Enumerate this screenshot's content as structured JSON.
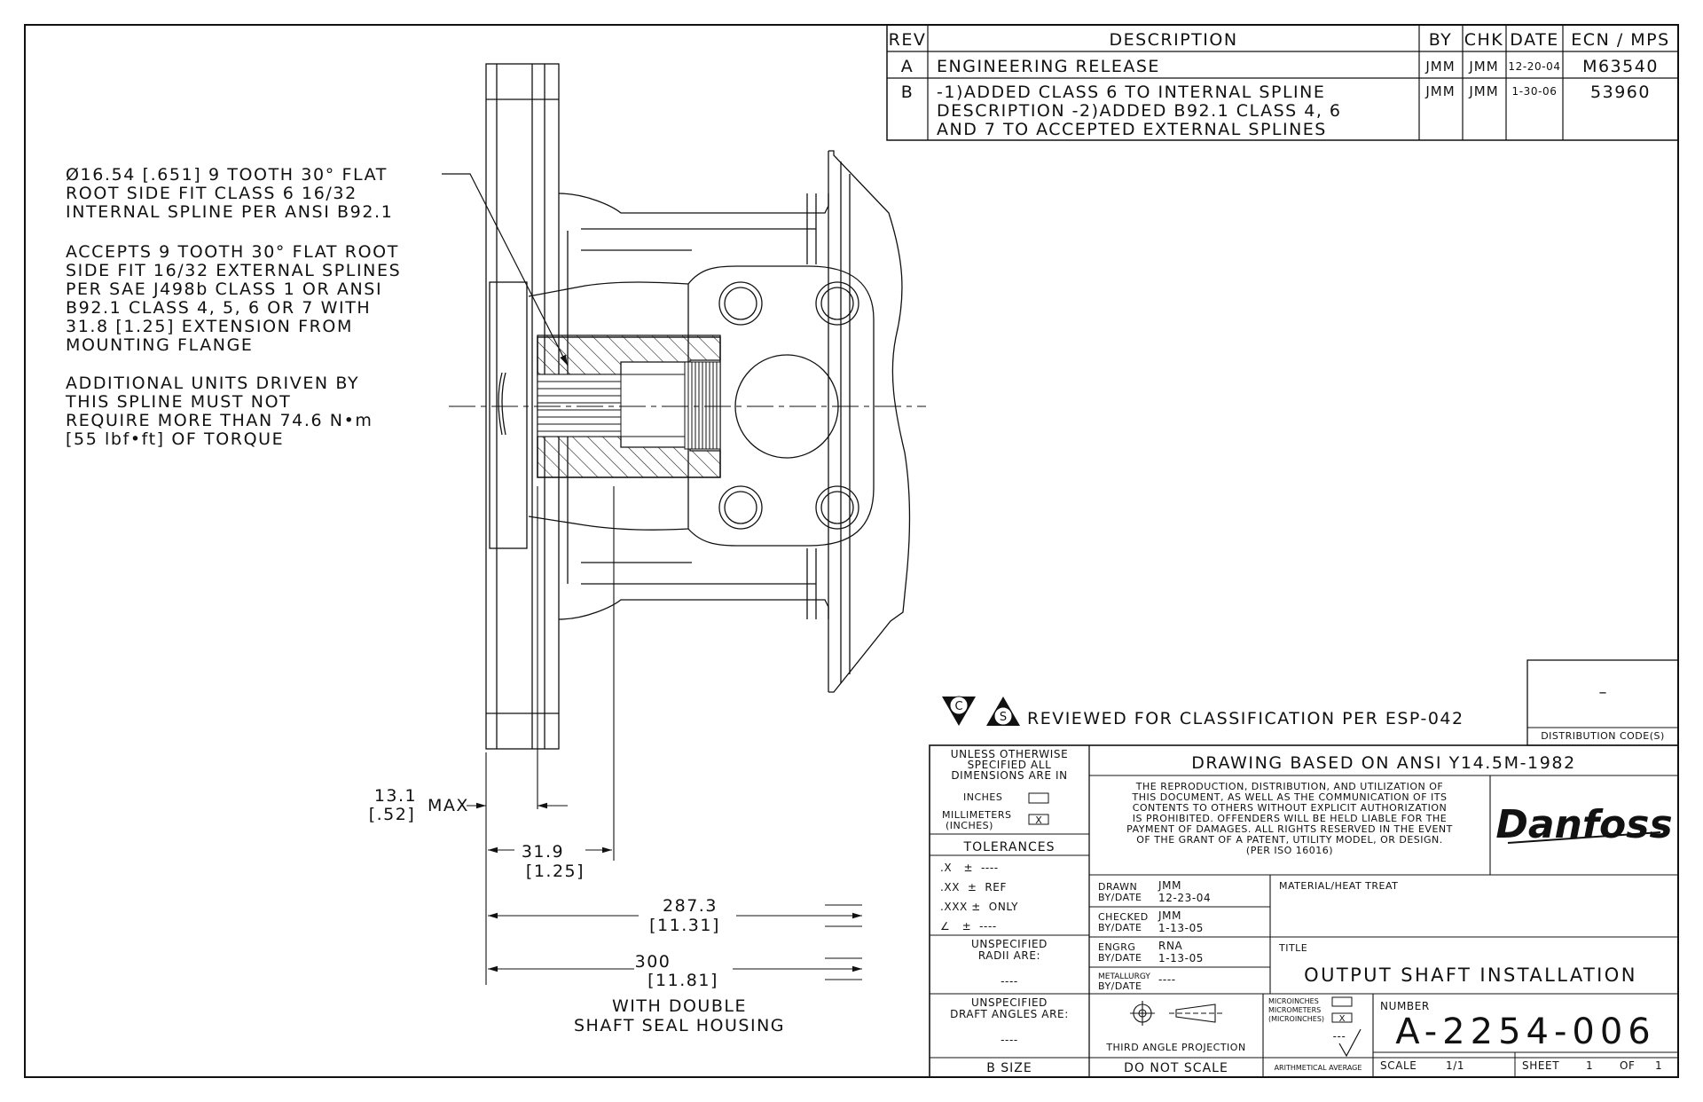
{
  "revision_table": {
    "headers": {
      "rev": "REV",
      "description": "DESCRIPTION",
      "by": "BY",
      "chk": "CHK",
      "date": "DATE",
      "ecn": "ECN / MPS"
    },
    "rows": [
      {
        "rev": "A",
        "desc_lines": [
          "ENGINEERING RELEASE"
        ],
        "by": "JMM",
        "chk": "JMM",
        "date": "12-20-04",
        "ecn": "M63540"
      },
      {
        "rev": "B",
        "desc_lines": [
          "-1)ADDED CLASS 6 TO INTERNAL SPLINE",
          "DESCRIPTION -2)ADDED B92.1 CLASS 4, 6",
          "AND 7 TO ACCEPTED EXTERNAL SPLINES"
        ],
        "by": "JMM",
        "chk": "JMM",
        "date": "1-30-06",
        "ecn": "53960"
      }
    ]
  },
  "notes": {
    "spline_callout": [
      "Ø16.54 [.651] 9 TOOTH 30° FLAT",
      "ROOT SIDE FIT CLASS 6 16/32",
      "INTERNAL SPLINE PER ANSI B92.1"
    ],
    "accepts": [
      "ACCEPTS 9 TOOTH 30° FLAT ROOT",
      "SIDE FIT 16/32 EXTERNAL SPLINES",
      "PER SAE J498b CLASS 1 OR ANSI",
      "B92.1 CLASS 4, 5, 6 OR 7 WITH",
      "31.8 [1.25] EXTENSION FROM",
      "MOUNTING FLANGE"
    ],
    "torque": [
      "ADDITIONAL UNITS DRIVEN BY",
      "THIS SPLINE MUST NOT",
      "REQUIRE MORE THAN 74.6 N•m",
      "[55 lbf•ft] OF TORQUE"
    ]
  },
  "dimensions": {
    "d1_mm": "13.1",
    "d1_in": "[.52]",
    "d1_max": "MAX",
    "d2_mm": "31.9",
    "d2_in": "[1.25]",
    "d3_mm": "287.3",
    "d3_in": "[11.31]",
    "d4_mm": "300",
    "d4_in": "[11.81]",
    "d4_note": [
      "WITH DOUBLE",
      "SHAFT SEAL HOUSING"
    ]
  },
  "classification": {
    "badge_c": "C",
    "badge_s": "S",
    "text": "REVIEWED FOR CLASSIFICATION PER ESP-042",
    "distribution_value": "–",
    "distribution_label": "DISTRIBUTION CODE(S)"
  },
  "title_block": {
    "units_header": [
      "UNLESS OTHERWISE",
      "SPECIFIED ALL",
      "DIMENSIONS ARE IN"
    ],
    "units_inches": "INCHES",
    "units_mm": [
      "MILLIMETERS",
      "(INCHES)"
    ],
    "tolerances_label": "TOLERANCES",
    "tolerances": [
      ".X   ±  ----",
      ".XX  ±  REF",
      ".XXX ±  ONLY",
      "∠   ±  ----"
    ],
    "radii_label": [
      "UNSPECIFIED",
      "RADII ARE:"
    ],
    "radii_value": "----",
    "draft_label": [
      "UNSPECIFIED",
      "DRAFT ANGLES ARE:"
    ],
    "draft_value": "----",
    "size": "B SIZE",
    "do_not_scale": "DO NOT SCALE",
    "standard": "DRAWING BASED ON ANSI Y14.5M-1982",
    "legal": [
      "THE REPRODUCTION, DISTRIBUTION, AND UTILIZATION OF",
      "THIS DOCUMENT, AS WELL AS THE COMMUNICATION OF ITS",
      "CONTENTS TO OTHERS WITHOUT EXPLICIT AUTHORIZATION",
      "IS PROHIBITED.  OFFENDERS WILL BE HELD LIABLE FOR THE",
      "PAYMENT OF DAMAGES.  ALL RIGHTS RESERVED IN THE EVENT",
      "OF THE GRANT OF A PATENT, UTILITY MODEL, OR DESIGN.",
      "(PER ISO 16016)"
    ],
    "logo": "Danfoss",
    "drawn_label": [
      "DRAWN",
      "BY/DATE"
    ],
    "drawn_by": "JMM",
    "drawn_date": "12-23-04",
    "checked_label": [
      "CHECKED",
      "BY/DATE"
    ],
    "checked_by": "JMM",
    "checked_date": "1-13-05",
    "engrg_label": [
      "ENGRG",
      "BY/DATE"
    ],
    "engrg_by": "RNA",
    "engrg_date": "1-13-05",
    "metallurgy_label": [
      "METALLURGY",
      "BY/DATE"
    ],
    "metallurgy_value": "----",
    "material_label": "MATERIAL/HEAT TREAT",
    "title_label": "TITLE",
    "title": "OUTPUT SHAFT INSTALLATION",
    "projection_label": "THIRD ANGLE PROJECTION",
    "finish_units": [
      "MICROINCHES",
      "MICROMETERS",
      "(MICROINCHES)"
    ],
    "finish_value": "---",
    "finish_label": "ARITHMETICAL AVERAGE",
    "number_label": "NUMBER",
    "number": "A-2254-006",
    "scale_label": "SCALE",
    "scale_value": "1/1",
    "sheet_label": "SHEET",
    "sheet_value": "1",
    "sheet_of": "OF",
    "sheet_total": "1"
  }
}
